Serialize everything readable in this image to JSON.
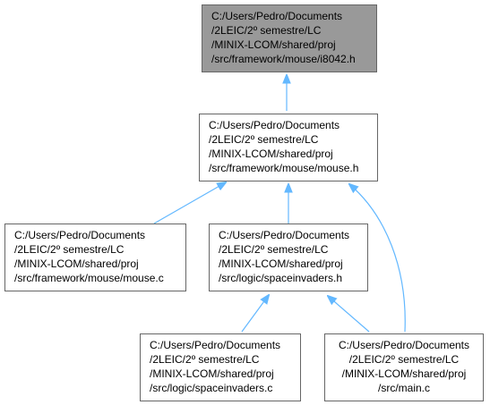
{
  "graph": {
    "colors": {
      "edge": "#63b8ff",
      "node_border": "#666666",
      "root_fill": "#999999",
      "node_fill": "#ffffff"
    },
    "nodes": {
      "i8042_h": {
        "lines": [
          "C:/Users/Pedro/Documents",
          "/2LEIC/2º semestre/LC",
          "/MINIX-LCOM/shared/proj",
          "/src/framework/mouse/i8042.h"
        ],
        "is_current": true
      },
      "mouse_h": {
        "lines": [
          "C:/Users/Pedro/Documents",
          "/2LEIC/2º semestre/LC",
          "/MINIX-LCOM/shared/proj",
          "/src/framework/mouse/mouse.h"
        ]
      },
      "mouse_c": {
        "lines": [
          "C:/Users/Pedro/Documents",
          "/2LEIC/2º semestre/LC",
          "/MINIX-LCOM/shared/proj",
          "/src/framework/mouse/mouse.c"
        ]
      },
      "spaceinvaders_h": {
        "lines": [
          "C:/Users/Pedro/Documents",
          "/2LEIC/2º semestre/LC",
          "/MINIX-LCOM/shared/proj",
          "/src/logic/spaceinvaders.h"
        ]
      },
      "spaceinvaders_c": {
        "lines": [
          "C:/Users/Pedro/Documents",
          "/2LEIC/2º semestre/LC",
          "/MINIX-LCOM/shared/proj",
          "/src/logic/spaceinvaders.c"
        ]
      },
      "main_c": {
        "lines": [
          "C:/Users/Pedro/Documents",
          "/2LEIC/2º semestre/LC",
          "/MINIX-LCOM/shared/proj",
          "/src/main.c"
        ]
      }
    },
    "edges": [
      {
        "from": "mouse_h",
        "to": "i8042_h"
      },
      {
        "from": "mouse_c",
        "to": "mouse_h"
      },
      {
        "from": "spaceinvaders_h",
        "to": "mouse_h"
      },
      {
        "from": "main_c",
        "to": "mouse_h"
      },
      {
        "from": "spaceinvaders_c",
        "to": "spaceinvaders_h"
      },
      {
        "from": "main_c",
        "to": "spaceinvaders_h"
      }
    ]
  }
}
